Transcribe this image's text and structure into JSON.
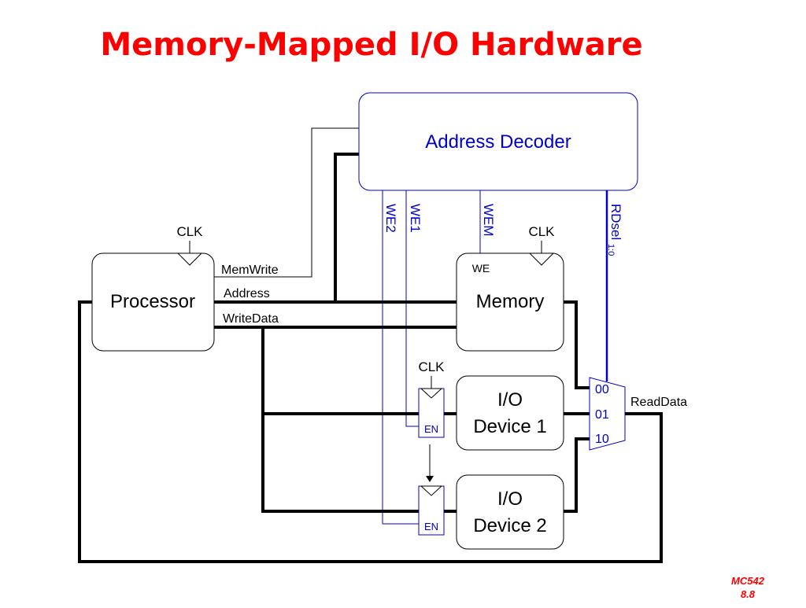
{
  "slide": {
    "title": "Memory-Mapped I/O Hardware",
    "footer_course": "MC542",
    "footer_page": "8.8"
  },
  "colors": {
    "title": "#ff0000",
    "decoder_text": "#0000cc",
    "enable_lines": "#0000cc",
    "buses": "#000000",
    "box_border": "#000000"
  },
  "blocks": {
    "address_decoder": "Address Decoder",
    "processor": "Processor",
    "memory": "Memory",
    "io1_line1": "I/O",
    "io1_line2": "Device 1",
    "io2_line1": "I/O",
    "io2_line2": "Device 2"
  },
  "labels": {
    "clk_processor": "CLK",
    "clk_memory": "CLK",
    "clk_io": "CLK",
    "memory_we": "WE",
    "memwrite": "MemWrite",
    "address": "Address",
    "writedata": "WriteData",
    "readdata": "ReadData",
    "we2": "WE2",
    "we1": "WE1",
    "wem": "WEM",
    "rdsel": "RDsel",
    "rdsel_sub": "1:0",
    "en1": "EN",
    "en2": "EN",
    "mux_00": "00",
    "mux_01": "01",
    "mux_10": "10"
  }
}
